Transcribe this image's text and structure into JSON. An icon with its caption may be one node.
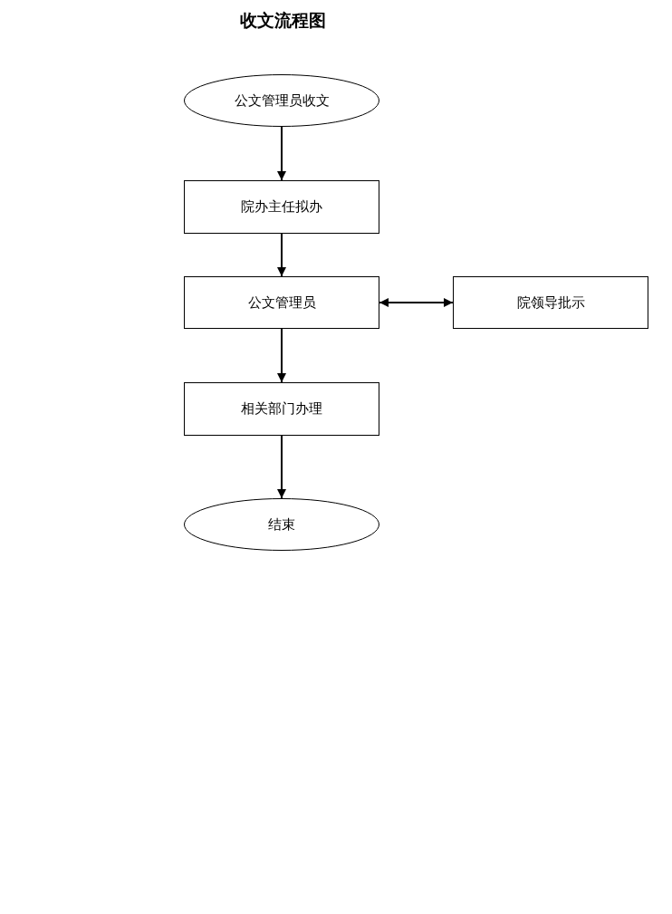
{
  "diagram": {
    "title": "收文流程图",
    "nodes": [
      {
        "text": [
          "公文管理员收文"
        ]
      },
      {
        "text": [
          "院办主任拟办"
        ]
      },
      {
        "text": [
          "公文管理员"
        ]
      },
      {
        "text": [
          "院领导批示"
        ]
      },
      {
        "text": [
          "相关部门办理"
        ]
      },
      {
        "text": [
          "结束"
        ]
      }
    ],
    "edges": [
      {
        "from": 0,
        "to": 1,
        "arrow": "to"
      },
      {
        "from": 1,
        "to": 2,
        "arrow": "to"
      },
      {
        "from": 2,
        "to": 3,
        "arrow": "both"
      },
      {
        "from": 2,
        "to": 4,
        "arrow": "to"
      },
      {
        "from": 4,
        "to": 5,
        "arrow": "to"
      }
    ]
  }
}
